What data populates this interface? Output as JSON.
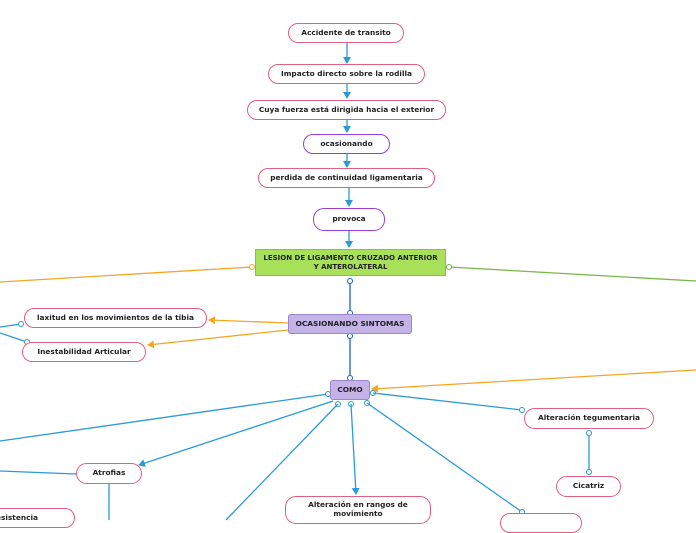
{
  "nodes": {
    "accidente": "Accidente de transito",
    "impacto": "Impacto directo sobre la rodilla",
    "fuerza": "Cuya fuerza está dirigida hacia el exterior",
    "ocasionando": "ocasionando",
    "perdida": "perdida de continuidad ligamentaria",
    "provoca": "provoca",
    "lesion": "LESION DE LIGAMENTO CRUZADO ANTERIOR Y ANTEROLATERAL",
    "sintomas": "OCASIONANDO SINTOMAS",
    "laxitud": "laxitud en los movimientos de la tibia",
    "inestabilidad": "Inestabilidad Articular",
    "como": "COMO",
    "alteracion_teg": "Alteración tegumentaria",
    "cicatriz": "Cicatriz",
    "atrofias": "Atrofias",
    "alteracion_rangos": "Alteración en rangos de movimiento",
    "resistencia": "esistencia"
  },
  "colors": {
    "blue_connector": "#2a9ad8",
    "orange_connector": "#f5a623",
    "green_connector": "#7ab648",
    "node_border_pink": "#e06080",
    "node_border_purple": "#9a3fd0",
    "main_fill": "#a8e05a",
    "sintomas_fill": "#c3b3e6"
  }
}
